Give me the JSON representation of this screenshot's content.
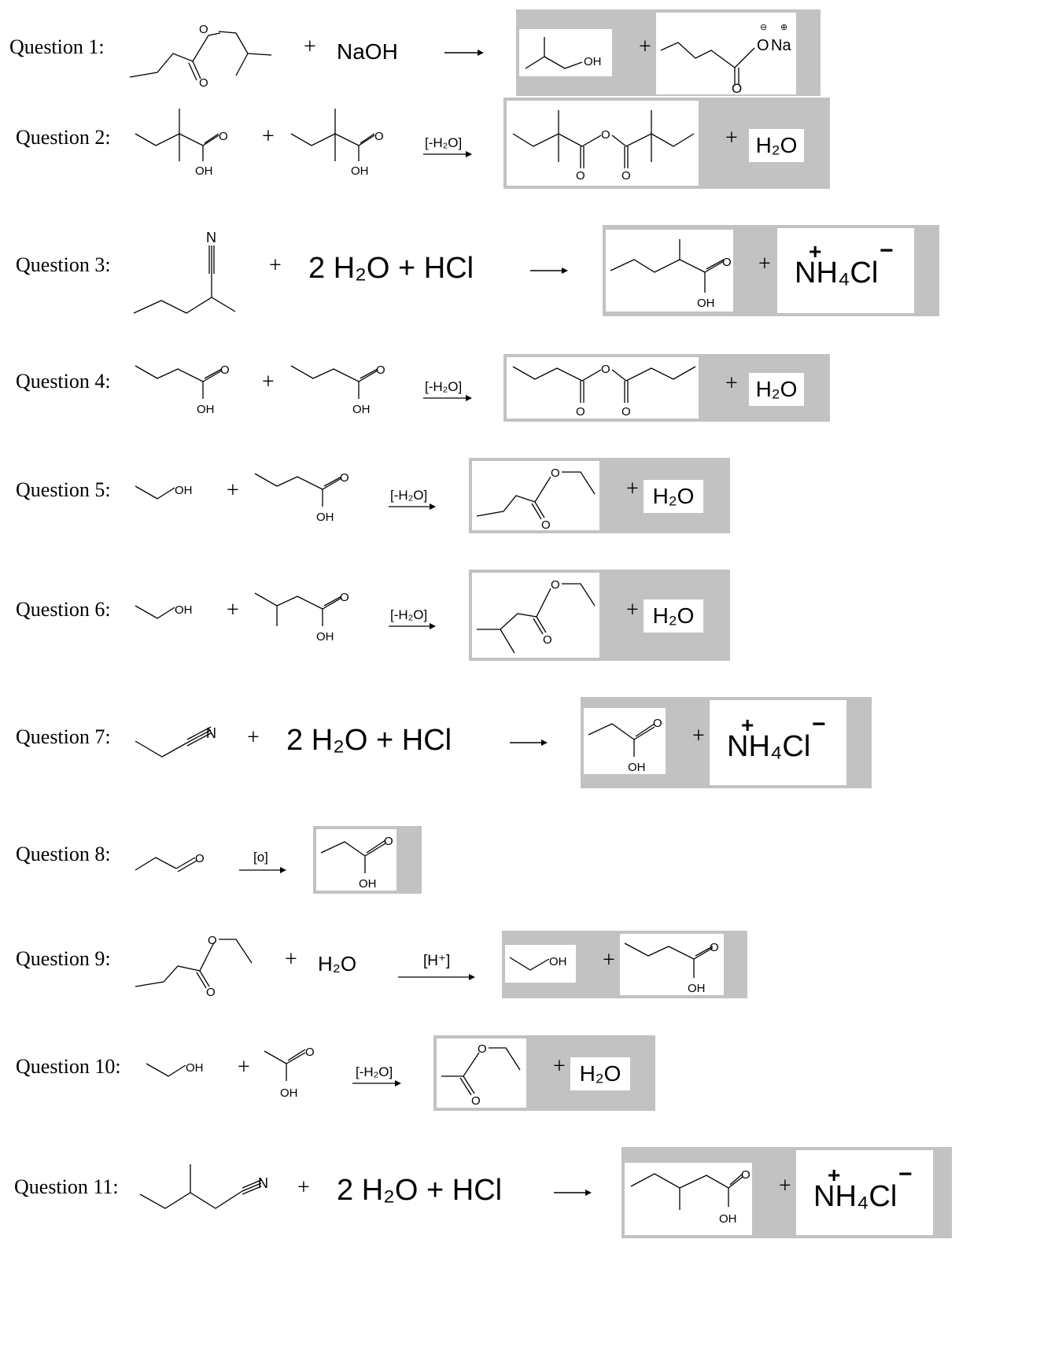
{
  "questions": [
    {
      "label": "Question 1:",
      "reagents": [
        "NaOH"
      ],
      "products": [
        "OH",
        "O",
        "Na",
        "O"
      ],
      "charges": [
        "⊖",
        "⊕"
      ]
    },
    {
      "label": "Question 2:",
      "condition": "[-H₂O]",
      "water": "H₂O"
    },
    {
      "label": "Question 3:",
      "reagents": "2 H₂O + HCl",
      "salt": "NH₄Cl",
      "plus_charge": "+",
      "minus_charge": "−"
    },
    {
      "label": "Question 4:",
      "condition": "[-H₂O]",
      "water": "H₂O"
    },
    {
      "label": "Question 5:",
      "condition": "[-H₂O]",
      "water": "H₂O"
    },
    {
      "label": "Question 6:",
      "condition": "[-H₂O]",
      "water": "H₂O"
    },
    {
      "label": "Question 7:",
      "reagents": "2 H₂O + HCl",
      "salt": "NH₄Cl",
      "plus_charge": "+",
      "minus_charge": "−"
    },
    {
      "label": "Question 8:",
      "condition": "[o]"
    },
    {
      "label": "Question 9:",
      "condition": "[H⁺]",
      "water": "H₂O"
    },
    {
      "label": "Question 10:",
      "condition": "[-H₂O]",
      "water": "H₂O"
    },
    {
      "label": "Question 11:",
      "reagents": "2 H₂O + HCl",
      "salt": "NH₄Cl",
      "plus_charge": "+",
      "minus_charge": "−"
    }
  ],
  "atoms": {
    "O": "O",
    "OH": "OH",
    "N": "N"
  },
  "plus": "+",
  "colors": {
    "product_box": "#c2c2c2",
    "inner": "#ffffff",
    "ink": "#000000"
  }
}
